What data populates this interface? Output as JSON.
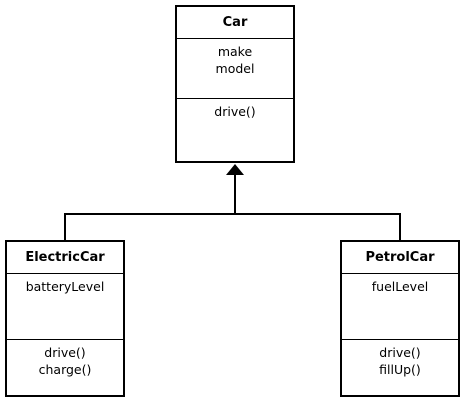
{
  "diagram": {
    "classes": [
      {
        "id": "car",
        "name": "Car",
        "attributes": [
          "make",
          "model"
        ],
        "operations": [
          "drive()"
        ]
      },
      {
        "id": "electric",
        "name": "ElectricCar",
        "attributes": [
          "batteryLevel"
        ],
        "operations": [
          "drive()",
          "charge()"
        ]
      },
      {
        "id": "petrol",
        "name": "PetrolCar",
        "attributes": [
          "fuelLevel"
        ],
        "operations": [
          "drive()",
          "fillUp()"
        ]
      }
    ],
    "relationships": [
      {
        "type": "inheritance",
        "from": "ElectricCar",
        "to": "Car"
      },
      {
        "type": "inheritance",
        "from": "PetrolCar",
        "to": "Car"
      }
    ],
    "colors": {
      "stroke": "#000000",
      "fill": "#ffffff"
    }
  }
}
